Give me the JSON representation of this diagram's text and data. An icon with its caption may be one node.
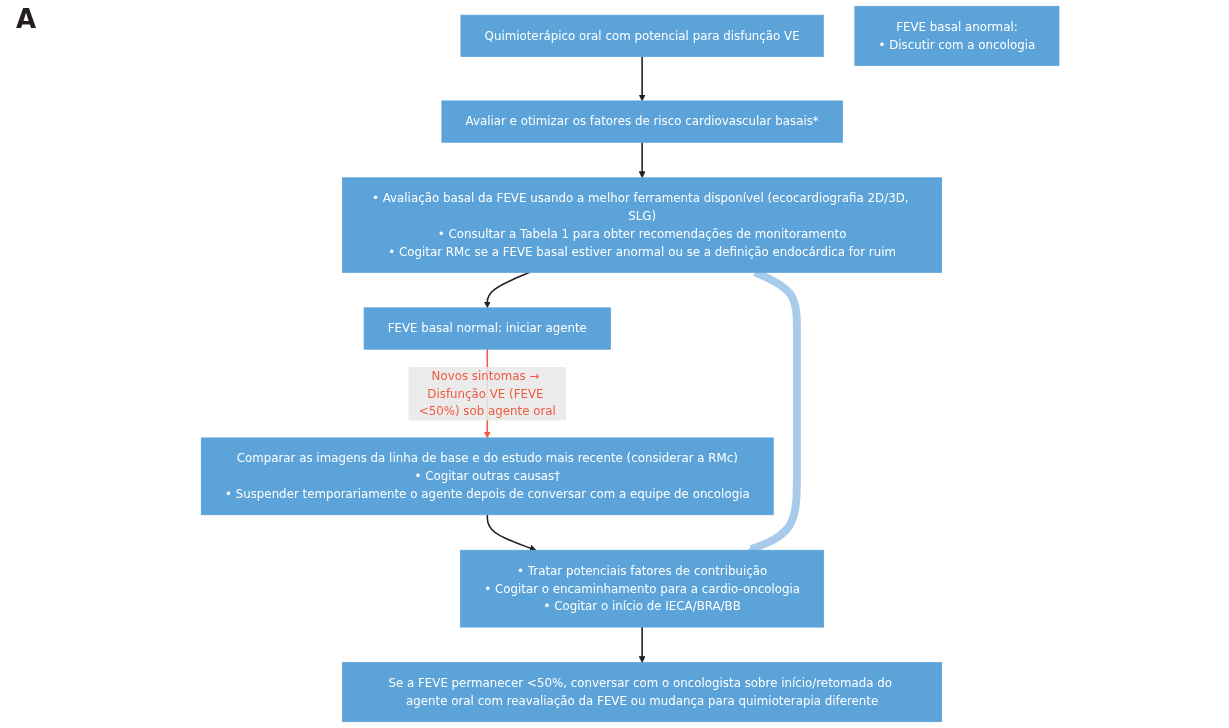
{
  "diagram": {
    "nodes": [
      {
        "text": [
          "Quimioterápico oral com potencial para disfunção VE"
        ]
      },
      {
        "text": [
          "Avaliar e otimizar os fatores de risco cardiovascular basais*"
        ]
      },
      {
        "text": [
          "• Avaliação basal da FEVE usando a melhor ferramenta disponível (ecocardiografia 2D/3D, SLG)",
          "• Consultar a Tabela 1 para obter recomendações de monitoramento",
          "• Cogitar RMc se a FEVE basal estiver anormal ou se a definição endocárdica for ruim"
        ]
      },
      {
        "text": [
          "FEVE basal normal: iniciar agente"
        ]
      },
      {
        "text": [
          "Comparar as imagens da linha de base e do estudo mais recente (considerar a RMc)",
          "• Cogitar outras causas†",
          "• Suspender temporariamente o agente depois de conversar com a equipe de oncologia"
        ]
      },
      {
        "text": [
          "FEVE basal anormal:",
          "• Discutir com a oncologia"
        ]
      },
      {
        "text": [
          "• Tratar potenciais fatores de contribuição",
          "• Cogitar o encaminhamento para a cardio-oncologia",
          "• Cogitar o início de IECA/BRA/BB"
        ]
      },
      {
        "text": [
          "Se a FEVE permanecer <50%, conversar com o oncologista sobre início/retomada do agente oral com reavaliação da FEVE ou mudança para quimioterapia diferente"
        ]
      }
    ],
    "edges": [
      {
        "from": 0,
        "to": 1,
        "arrow": "to"
      },
      {
        "from": 1,
        "to": 2,
        "arrow": "to"
      },
      {
        "from": 2,
        "to": 3,
        "arrow": "to"
      },
      {
        "from": 3,
        "to": 4,
        "arrow": "to",
        "label": "Novos sintomas → Disfunção VE (FEVE <50%) sob agente oral",
        "color": "#f05a40"
      },
      {
        "from": 4,
        "to": 6,
        "arrow": "to"
      },
      {
        "from": 6,
        "to": 7,
        "arrow": "to"
      },
      {
        "from": 2,
        "to": 6,
        "arrow": "to",
        "style": "thick",
        "color": "#a9cbeb"
      }
    ],
    "labels": [
      "A"
    ]
  }
}
